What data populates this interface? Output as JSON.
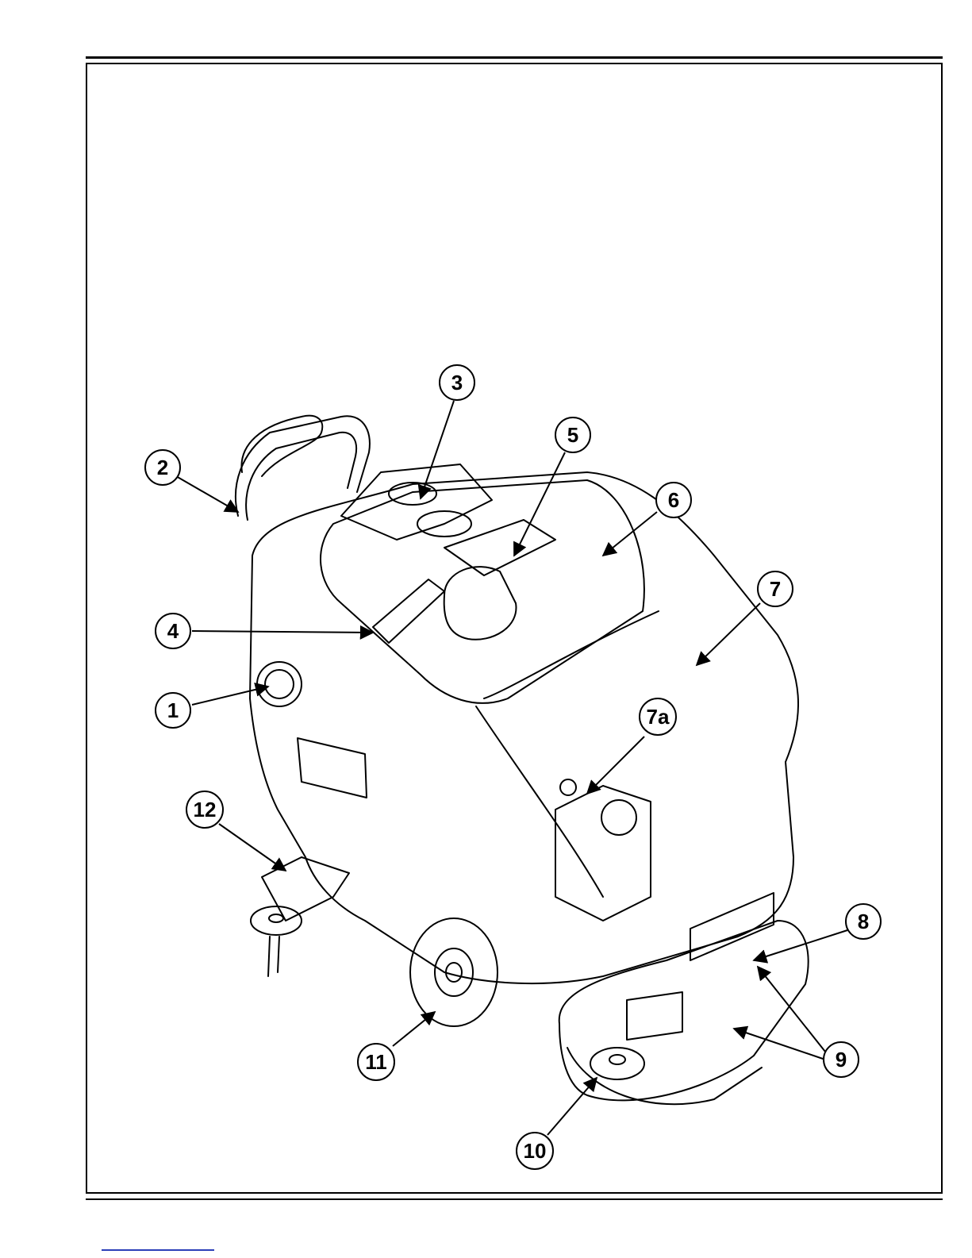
{
  "colors": {
    "line": "#000000",
    "background": "#ffffff",
    "footer_link": "#2b3fb8"
  },
  "callouts": [
    {
      "id": "1",
      "label": "1"
    },
    {
      "id": "2",
      "label": "2"
    },
    {
      "id": "3",
      "label": "3"
    },
    {
      "id": "4",
      "label": "4"
    },
    {
      "id": "5",
      "label": "5"
    },
    {
      "id": "6",
      "label": "6"
    },
    {
      "id": "7",
      "label": "7"
    },
    {
      "id": "7a",
      "label": "7a"
    },
    {
      "id": "8",
      "label": "8"
    },
    {
      "id": "9",
      "label": "9"
    },
    {
      "id": "10",
      "label": "10"
    },
    {
      "id": "11",
      "label": "11"
    },
    {
      "id": "12",
      "label": "12"
    }
  ]
}
